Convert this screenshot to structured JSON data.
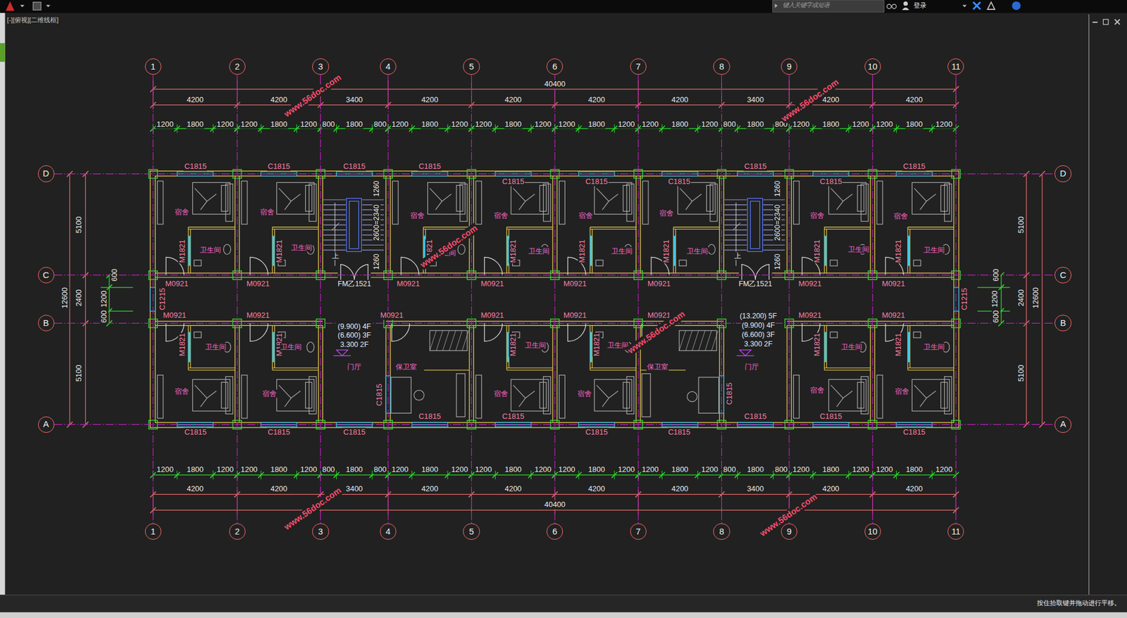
{
  "diagram": {
    "nodes": [
      {
        "text": [
          "1"
        ]
      },
      {
        "text": [
          "2"
        ]
      },
      {
        "text": [
          "3"
        ]
      },
      {
        "text": [
          "4"
        ]
      },
      {
        "text": [
          "5"
        ]
      },
      {
        "text": [
          "6"
        ]
      },
      {
        "text": [
          "7"
        ]
      },
      {
        "text": [
          "8"
        ]
      },
      {
        "text": [
          "9"
        ]
      },
      {
        "text": [
          "10"
        ]
      },
      {
        "text": [
          "11"
        ]
      },
      {
        "text": [
          "D"
        ]
      },
      {
        "text": [
          "D"
        ]
      },
      {
        "text": [
          "C"
        ]
      },
      {
        "text": [
          "C"
        ]
      },
      {
        "text": [
          "B"
        ]
      },
      {
        "text": [
          "B"
        ]
      },
      {
        "text": [
          "A"
        ]
      },
      {
        "text": [
          "A"
        ]
      },
      {
        "text": [
          "1"
        ]
      },
      {
        "text": [
          "2"
        ]
      },
      {
        "text": [
          "3"
        ]
      },
      {
        "text": [
          "4"
        ]
      },
      {
        "text": [
          "5"
        ]
      },
      {
        "text": [
          "6"
        ]
      },
      {
        "text": [
          "7"
        ]
      },
      {
        "text": [
          "8"
        ]
      },
      {
        "text": [
          "9"
        ]
      },
      {
        "text": [
          "10"
        ]
      },
      {
        "text": [
          "11"
        ]
      }
    ],
    "edges": [
      {
        "from": 0,
        "to": 19,
        "arrow": "none"
      },
      {
        "from": 1,
        "to": 20,
        "arrow": "none"
      },
      {
        "from": 2,
        "to": 21,
        "arrow": "none"
      },
      {
        "from": 3,
        "to": 22,
        "arrow": "none"
      },
      {
        "from": 4,
        "to": 23,
        "arrow": "none"
      },
      {
        "from": 5,
        "to": 24,
        "arrow": "none"
      },
      {
        "from": 6,
        "to": 25,
        "arrow": "none"
      },
      {
        "from": 7,
        "to": 26,
        "arrow": "none"
      },
      {
        "from": 8,
        "to": 27,
        "arrow": "none"
      },
      {
        "from": 9,
        "to": 28,
        "arrow": "none"
      },
      {
        "from": 10,
        "to": 29,
        "arrow": "none"
      },
      {
        "from": 11,
        "to": 12,
        "arrow": "none"
      },
      {
        "from": 13,
        "to": 14,
        "arrow": "none"
      },
      {
        "from": 15,
        "to": 16,
        "arrow": "none"
      },
      {
        "from": 17,
        "to": 18,
        "arrow": "none"
      }
    ],
    "labels": [
      "[-][俯视][二维线框]",
      "键入关键字或短语",
      "登录",
      "按住拾取键并拖动进行平移。",
      "40400",
      "4200",
      "4200",
      "3400",
      "4200",
      "4200",
      "4200",
      "4200",
      "3400",
      "4200",
      "4200",
      "1200",
      "1800",
      "1200",
      "1200",
      "1800",
      "1200",
      "800",
      "1800",
      "800",
      "1200",
      "1800",
      "1200",
      "1200",
      "1800",
      "1200",
      "1200",
      "1800",
      "1200",
      "1200",
      "1800",
      "1200",
      "800",
      "1800",
      "800",
      "1200",
      "1800",
      "1200",
      "1200",
      "1800",
      "1200",
      "1200",
      "1800",
      "1200",
      "1200",
      "1800",
      "1200",
      "800",
      "1800",
      "800",
      "1200",
      "1800",
      "1200",
      "1200",
      "1800",
      "1200",
      "1200",
      "1800",
      "1200",
      "1200",
      "1800",
      "1200",
      "800",
      "1800",
      "800",
      "1200",
      "1800",
      "1200",
      "1200",
      "1800",
      "1200",
      "4200",
      "4200",
      "3400",
      "4200",
      "4200",
      "4200",
      "4200",
      "3400",
      "4200",
      "4200",
      "40400",
      "5100",
      "12600",
      "2400",
      "600",
      "1200",
      "600",
      "5100",
      "5100",
      "600",
      "1200",
      "600",
      "2400",
      "12600",
      "5100",
      "C1815",
      "C1815",
      "C1815",
      "C1815",
      "C1815",
      "C1815",
      "C1815",
      "C1815",
      "C1815",
      "C1815",
      "C1815",
      "C1815",
      "C1815",
      "C1815",
      "C1815",
      "C1815",
      "C1815",
      "C1815",
      "C1815",
      "C1815",
      "C1815",
      "C1815",
      "C1215",
      "C1215",
      "M0921",
      "M0921",
      "M0921",
      "M0921",
      "M0921",
      "M0921",
      "M0921",
      "M0921",
      "M0921",
      "M0921",
      "M0921",
      "M0921",
      "M0921",
      "M0921",
      "M0921",
      "M0921",
      "M1821",
      "M1821",
      "M1821",
      "M1821",
      "M1821",
      "M1821",
      "M1821",
      "M1821",
      "M1821",
      "M1821",
      "M1821",
      "M1821",
      "M1821",
      "M1821",
      "FM乙1521",
      "FM乙1521",
      "宿舍",
      "宿舍",
      "宿舍",
      "宿舍",
      "宿舍",
      "宿舍",
      "宿舍",
      "宿舍",
      "卫生间",
      "卫生间",
      "卫生间",
      "卫生间",
      "卫生间",
      "卫生间",
      "卫生间",
      "卫生间",
      "卫生间",
      "卫生间",
      "卫生间",
      "卫生间",
      "卫生间",
      "卫生间",
      "宿舍",
      "宿舍",
      "宿舍",
      "宿舍",
      "宿舍",
      "宿舍",
      "门厅",
      "门厅",
      "保卫室",
      "保卫室",
      "(9.900) 4F",
      "(6.600) 3F",
      "3.300 2F",
      "(13.200) 5F",
      "(9.900) 4F",
      "(6.600) 3F",
      "3.300 2F",
      "1260",
      "2600=2340",
      "1260",
      "上",
      "1260",
      "2600=2340",
      "1260",
      "上",
      "www.56doc.com",
      "www.56doc.com",
      "www.56doc.com",
      "www.56doc.com",
      "www.56doc.com",
      "www.56doc.com"
    ]
  }
}
